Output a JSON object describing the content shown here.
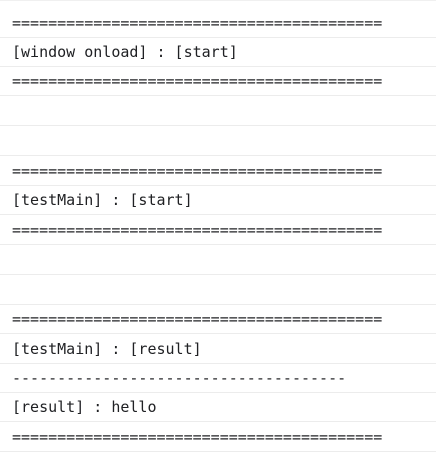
{
  "console": {
    "lines": [
      "=========================================",
      "[window onload] : [start]",
      "=========================================",
      "",
      "",
      "=========================================",
      "[testMain] : [start]",
      "=========================================",
      "",
      "",
      "=========================================",
      "[testMain] : [result]",
      "-------------------------------------",
      "[result] : hello",
      "========================================="
    ]
  }
}
